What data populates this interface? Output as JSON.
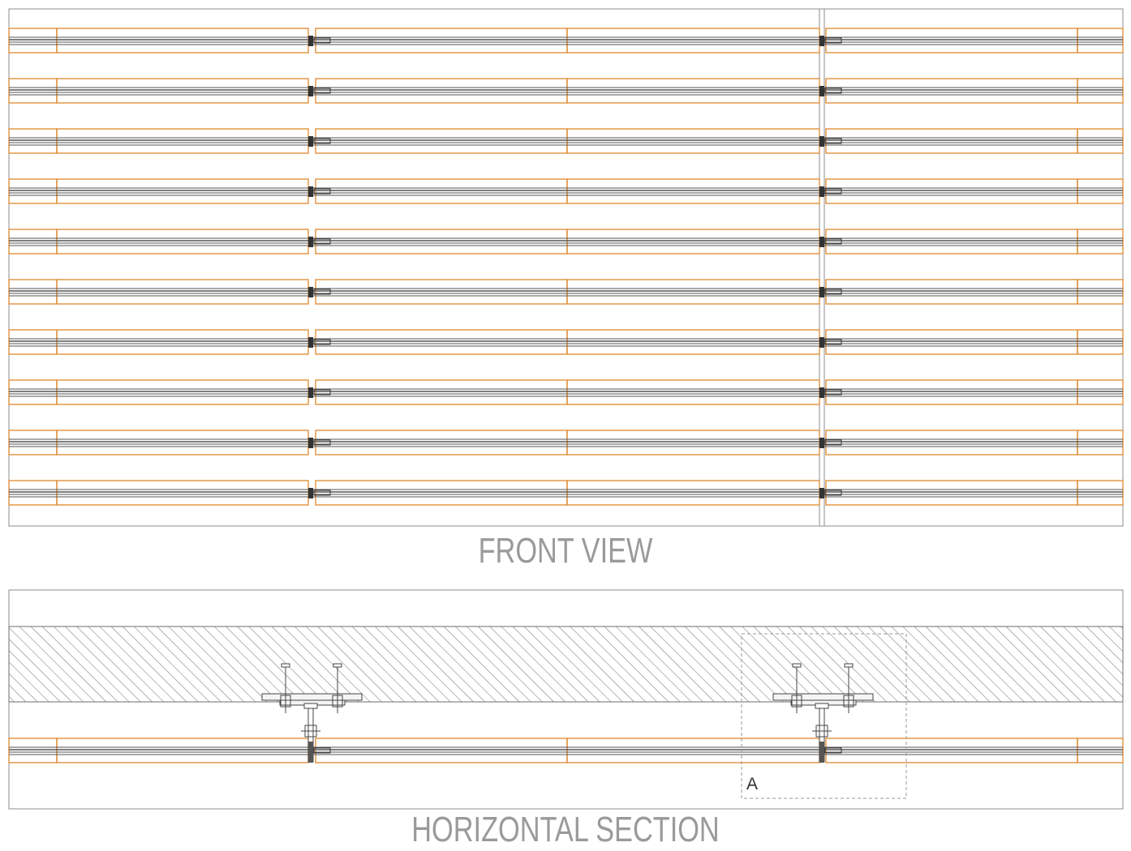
{
  "views": {
    "front": {
      "caption": "FRONT VIEW",
      "rail_rows": 10
    },
    "section": {
      "caption": "HORIZONTAL SECTION",
      "detail_label": "A"
    }
  },
  "colors": {
    "panel_outline": "#e0913c",
    "rail_line": "#555555",
    "frame_line": "#8c8c8c",
    "hatch": "#6e6e6e",
    "caption_text": "#9a9a9a",
    "detail_box": "#9a9a9a"
  }
}
